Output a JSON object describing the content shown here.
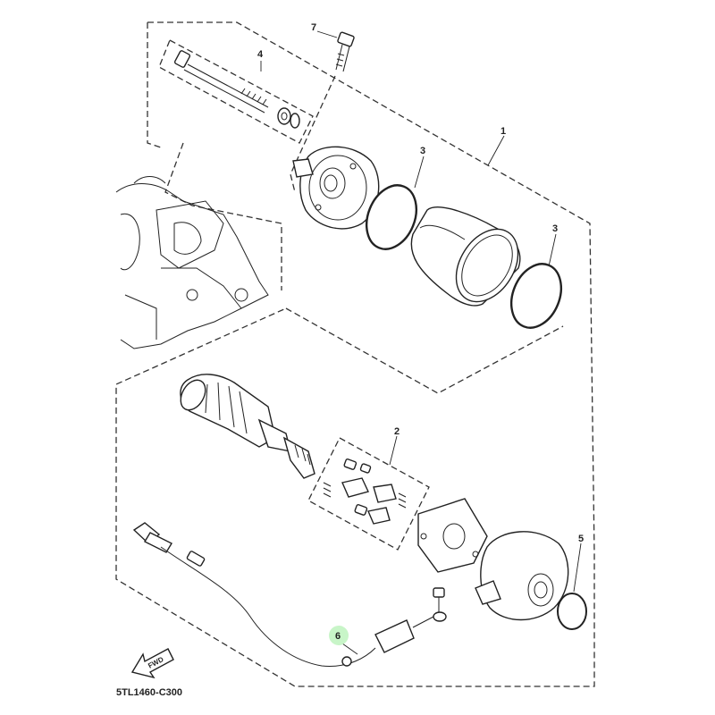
{
  "diagram": {
    "callouts": [
      {
        "id": "1",
        "label": "1"
      },
      {
        "id": "2",
        "label": "2"
      },
      {
        "id": "3a",
        "label": "3"
      },
      {
        "id": "3b",
        "label": "3"
      },
      {
        "id": "4",
        "label": "4"
      },
      {
        "id": "5",
        "label": "5"
      },
      {
        "id": "6",
        "label": "6"
      },
      {
        "id": "7",
        "label": "7"
      }
    ],
    "highlight_color": "#c8f5c8",
    "fwd_label": "FWD",
    "diagram_code": "5TL1460-C300"
  }
}
